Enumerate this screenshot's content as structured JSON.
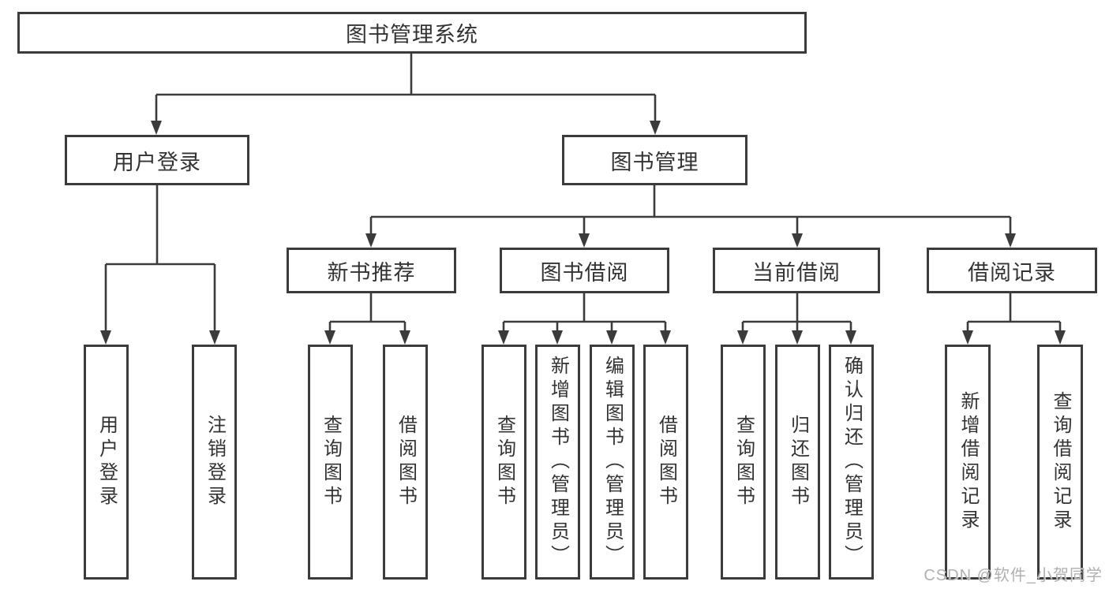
{
  "diagram": {
    "type": "hierarchy-tree",
    "title": "图书管理系统",
    "watermark": "CSDN @软件_小贺同学",
    "colors": {
      "line": "#3b3b3b",
      "border": "#3b3b3b",
      "text": "#333333",
      "watermark": "#b0b0b0",
      "background": "#ffffff"
    }
  },
  "nodes": [
    {
      "id": "root",
      "label": "图书管理系统",
      "level": 1,
      "orientation": "horizontal",
      "parent": null
    },
    {
      "id": "user-login",
      "label": "用户登录",
      "level": 2,
      "orientation": "horizontal",
      "parent": "root"
    },
    {
      "id": "book-management",
      "label": "图书管理",
      "level": 2,
      "orientation": "horizontal",
      "parent": "root"
    },
    {
      "id": "new-book-recommend",
      "label": "新书推荐",
      "level": 3,
      "orientation": "horizontal",
      "parent": "book-management"
    },
    {
      "id": "book-borrow",
      "label": "图书借阅",
      "level": 3,
      "orientation": "horizontal",
      "parent": "book-management"
    },
    {
      "id": "current-borrow",
      "label": "当前借阅",
      "level": 3,
      "orientation": "horizontal",
      "parent": "book-management"
    },
    {
      "id": "borrow-records",
      "label": "借阅记录",
      "level": 3,
      "orientation": "horizontal",
      "parent": "book-management"
    },
    {
      "id": "leaf-user-login",
      "label": "用户登录",
      "level": 4,
      "orientation": "vertical",
      "parent": "user-login"
    },
    {
      "id": "leaf-logout",
      "label": "注销登录",
      "level": 4,
      "orientation": "vertical",
      "parent": "user-login"
    },
    {
      "id": "leaf-nbr-query-book",
      "label": "查询图书",
      "level": 4,
      "orientation": "vertical",
      "parent": "new-book-recommend"
    },
    {
      "id": "leaf-nbr-borrow-book",
      "label": "借阅图书",
      "level": 4,
      "orientation": "vertical",
      "parent": "new-book-recommend"
    },
    {
      "id": "leaf-bb-query-book",
      "label": "查询图书",
      "level": 4,
      "orientation": "vertical",
      "parent": "book-borrow"
    },
    {
      "id": "leaf-bb-add-book",
      "label": "新增图书（管理员）",
      "level": 4,
      "orientation": "vertical",
      "parent": "book-borrow"
    },
    {
      "id": "leaf-bb-edit-book",
      "label": "编辑图书（管理员）",
      "level": 4,
      "orientation": "vertical",
      "parent": "book-borrow"
    },
    {
      "id": "leaf-bb-borrow-book",
      "label": "借阅图书",
      "level": 4,
      "orientation": "vertical",
      "parent": "book-borrow"
    },
    {
      "id": "leaf-cb-query-book",
      "label": "查询图书",
      "level": 4,
      "orientation": "vertical",
      "parent": "current-borrow"
    },
    {
      "id": "leaf-cb-return-book",
      "label": "归还图书",
      "level": 4,
      "orientation": "vertical",
      "parent": "current-borrow"
    },
    {
      "id": "leaf-cb-confirm-return",
      "label": "确认归还（管理员）",
      "level": 4,
      "orientation": "vertical",
      "parent": "current-borrow"
    },
    {
      "id": "leaf-br-add-record",
      "label": "新增借阅记录",
      "level": 4,
      "orientation": "vertical",
      "parent": "borrow-records"
    },
    {
      "id": "leaf-br-query-record",
      "label": "查询借阅记录",
      "level": 4,
      "orientation": "vertical",
      "parent": "borrow-records"
    }
  ]
}
